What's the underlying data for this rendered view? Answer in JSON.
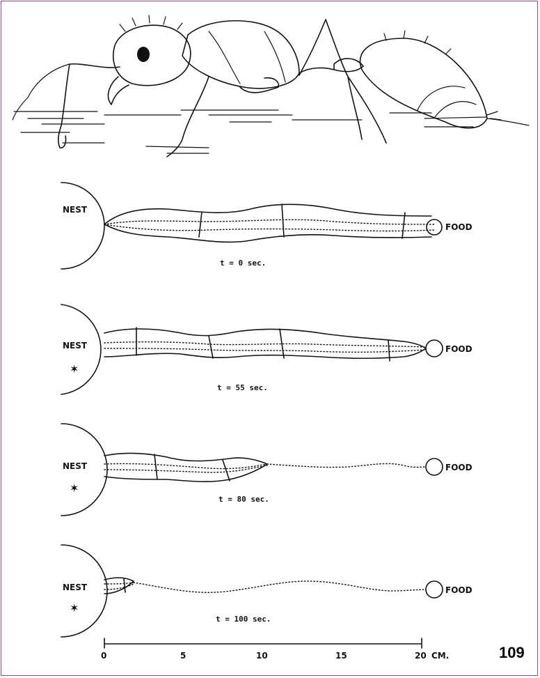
{
  "figure": {
    "nest_label": "NEST",
    "food_label": "FOOD",
    "panels": [
      {
        "time_label": "t = 0 sec."
      },
      {
        "time_label": "t = 55 sec."
      },
      {
        "time_label": "t = 80 sec."
      },
      {
        "time_label": "t = 100 sec."
      }
    ],
    "scale": {
      "ticks": [
        "0",
        "5",
        "10",
        "15",
        "20"
      ],
      "unit": "CM."
    },
    "page_number": "109",
    "colors": {
      "border": "#9b3f9b",
      "ink": "#111111"
    }
  }
}
